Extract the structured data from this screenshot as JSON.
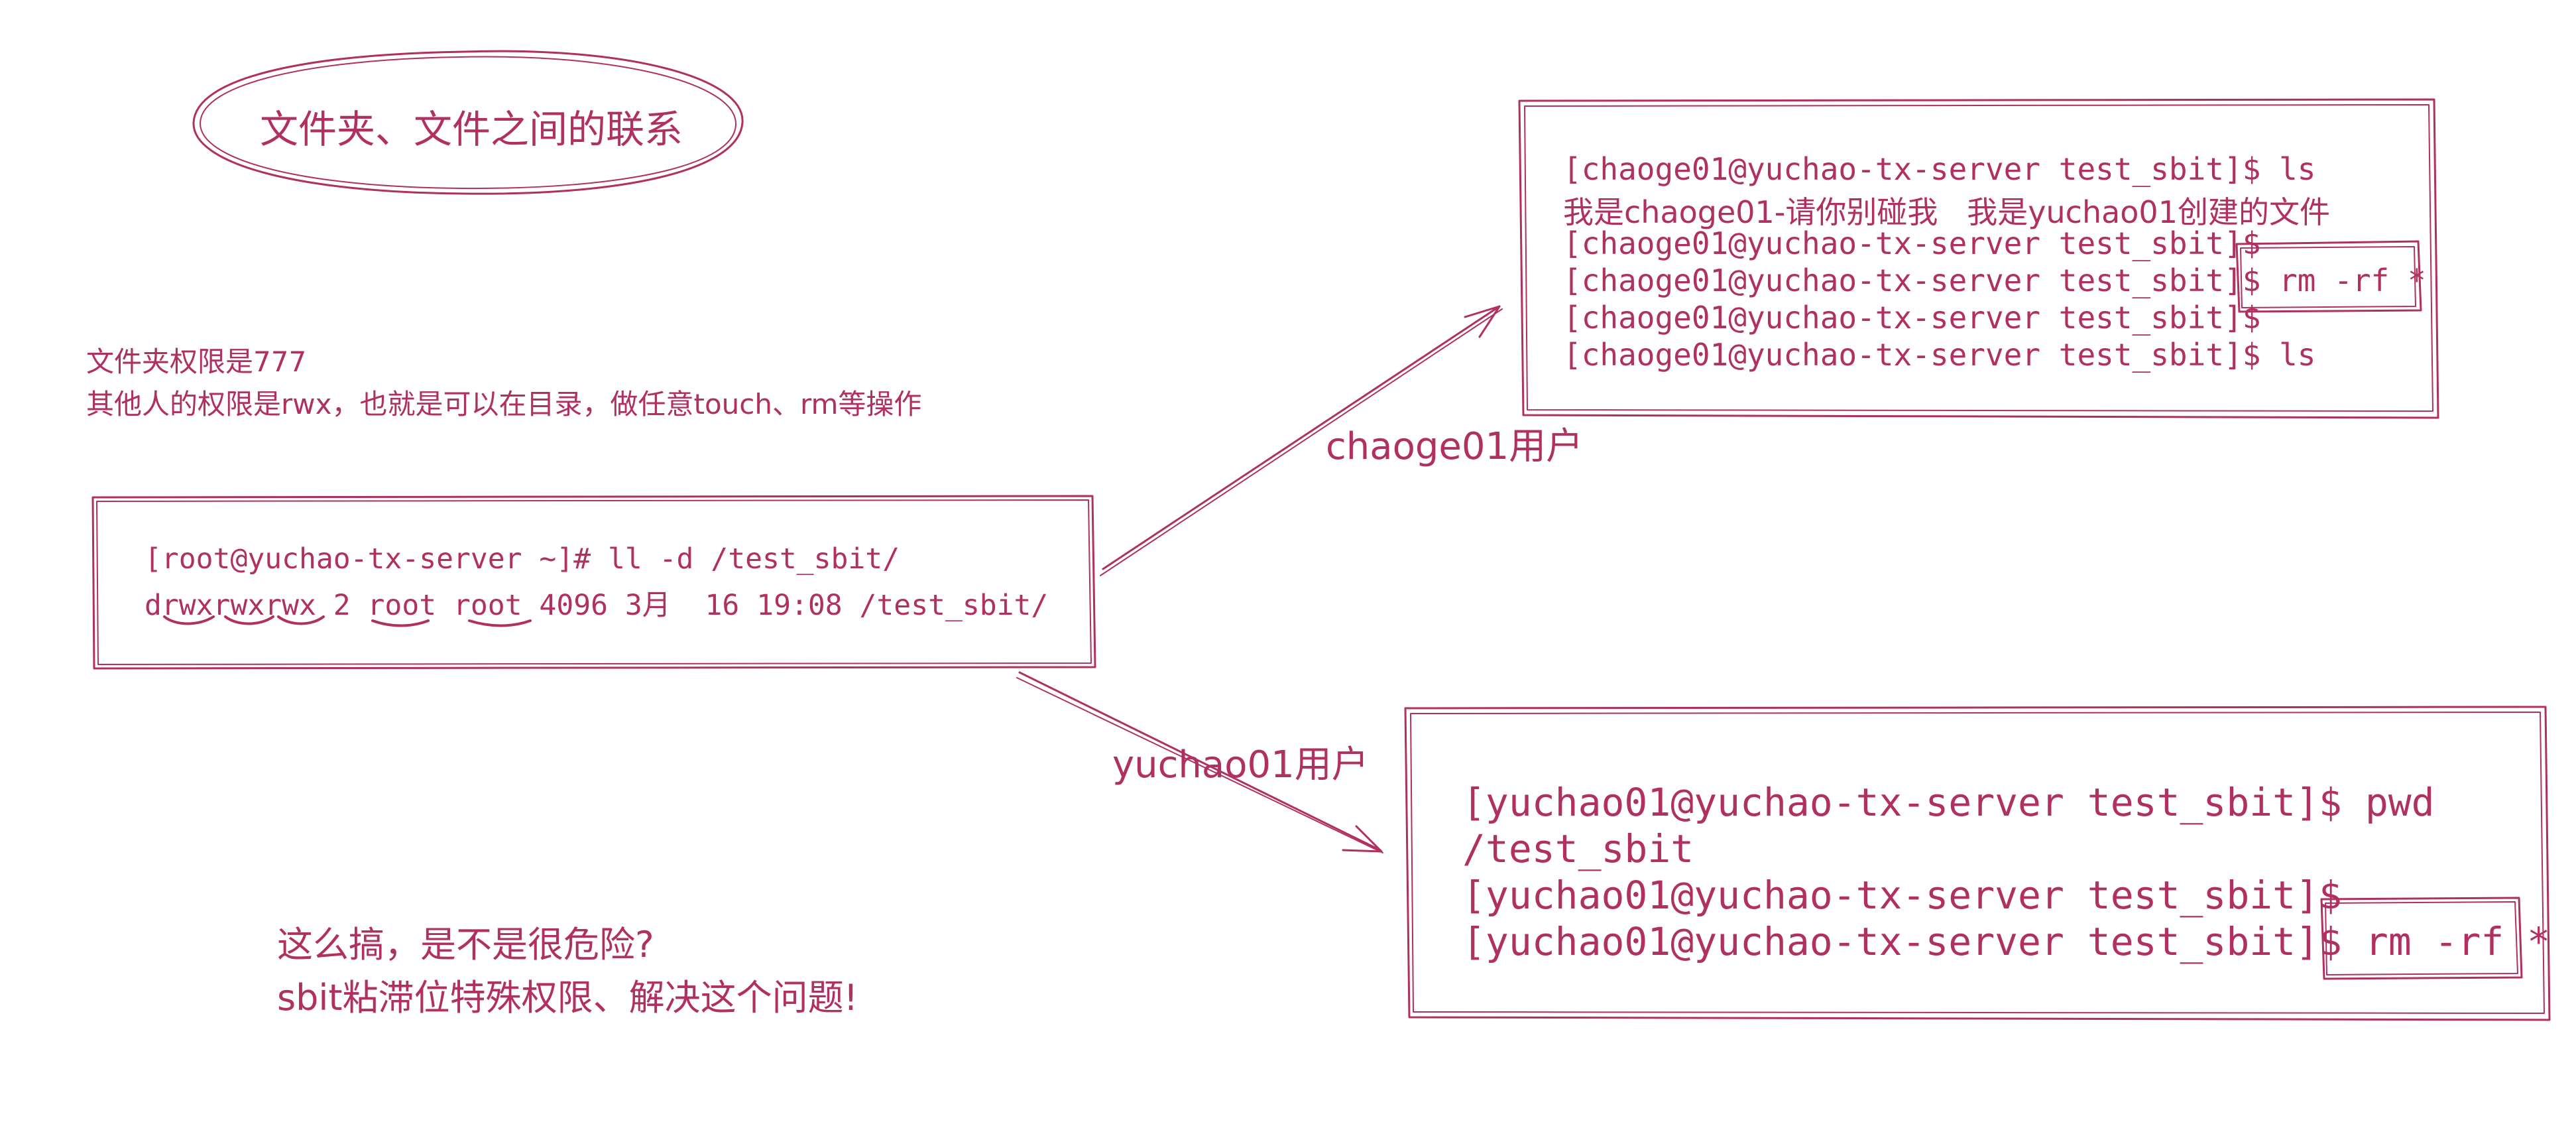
{
  "title": "文件夹、文件之间的联系",
  "note": {
    "line1": "文件夹权限是777",
    "line2": "其他人的权限是rwx，也就是可以在目录，做任意touch、rm等操作"
  },
  "root_box": {
    "line1": "[root@yuchao-tx-server ~]# ll -d /test_sbit/",
    "line2": "drwxrwxrwx 2 root root 4096 3月  16 19:08 /test_sbit/"
  },
  "chaoge_box": {
    "lines": [
      "[chaoge01@yuchao-tx-server test_sbit]$ ls",
      "我是chaoge01-请你别碰我   我是yuchao01创建的文件",
      "[chaoge01@yuchao-tx-server test_sbit]$",
      "[chaoge01@yuchao-tx-server test_sbit]$ rm -rf *",
      "[chaoge01@yuchao-tx-server test_sbit]$",
      "[chaoge01@yuchao-tx-server test_sbit]$ ls"
    ]
  },
  "yuchao_box": {
    "lines": [
      "[yuchao01@yuchao-tx-server test_sbit]$ pwd",
      "/test_sbit",
      "[yuchao01@yuchao-tx-server test_sbit]$",
      "[yuchao01@yuchao-tx-server test_sbit]$ rm -rf *"
    ]
  },
  "arrow_labels": {
    "chaoge": "chaoge01用户",
    "yuchao": "yuchao01用户"
  },
  "question": {
    "line1": "这么搞，是不是很危险?",
    "line2": "sbit粘滞位特殊权限、解决这个问题!"
  },
  "colors": {
    "ink": "#b03060",
    "background": "#ffffff"
  }
}
